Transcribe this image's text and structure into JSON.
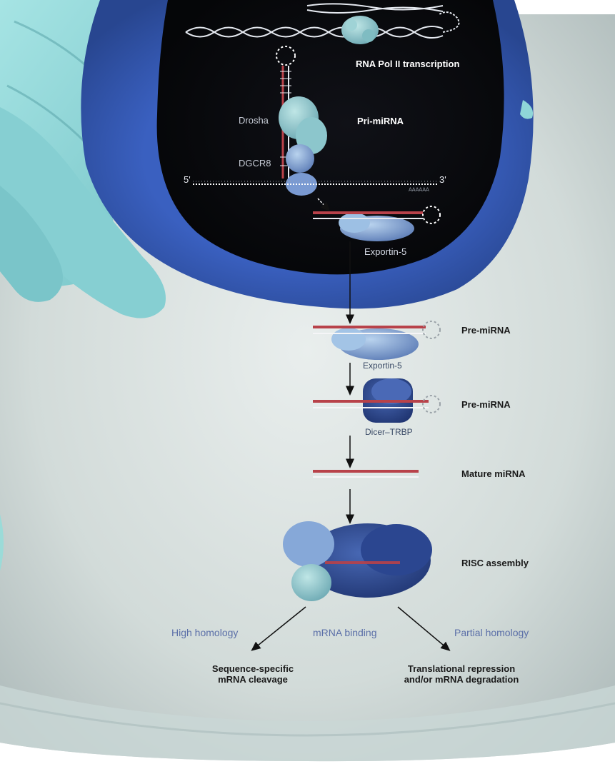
{
  "diagram": {
    "transcription_label": "RNA Pol II transcription",
    "pri_mirna_label": "Pri-miRNA",
    "drosha_label": "Drosha",
    "dgcr8_label": "DGCR8",
    "five_prime": "5'",
    "three_prime": "3'",
    "poly_a": "AAAAAA",
    "exportin_nucleus_label": "Exportin-5",
    "pre_mirna_label_1": "Pre-miRNA",
    "exportin_cyto_label": "Exportin-5",
    "pre_mirna_label_2": "Pre-miRNA",
    "dicer_label": "Dicer–TRBP",
    "mature_mirna_label": "Mature miRNA",
    "risc_label": "RISC assembly",
    "high_homology_label": "High homology",
    "mrna_binding_label": "mRNA binding",
    "partial_homology_label": "Partial homology",
    "cleavage_line1": "Sequence-specific",
    "cleavage_line2": "mRNA cleavage",
    "repression_line1": "Translational repression",
    "repression_line2": "and/or mRNA degradation"
  },
  "colors": {
    "nucleus_dark": "#0c0d12",
    "nuclear_envelope": "#3f64c2",
    "er_cyan": "#8fd6d8",
    "cytoplasm": "#d3dcda",
    "rna_red": "#b8424a",
    "protein_blue": "#6f90c8",
    "risc_blue": "#2f4d93"
  }
}
